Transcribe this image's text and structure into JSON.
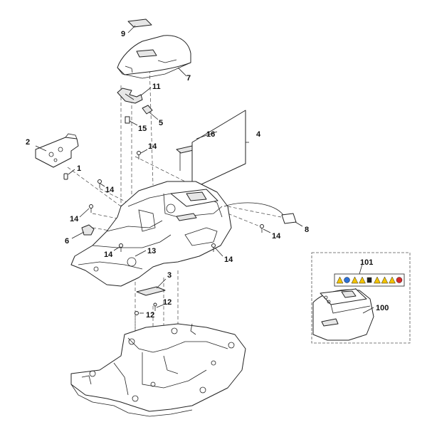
{
  "diagram": {
    "labels": {
      "p1": "1",
      "p2": "2",
      "p3": "3",
      "p4": "4",
      "p5": "5",
      "p6": "6",
      "p7": "7",
      "p8": "8",
      "p9": "9",
      "p11": "11",
      "p12a": "12",
      "p12b": "12",
      "p13": "13",
      "p14a": "14",
      "p14b": "14",
      "p14c": "14",
      "p14d": "14",
      "p14e": "14",
      "p14f": "14",
      "p15": "15",
      "p16": "16",
      "p100": "100",
      "p101": "101"
    },
    "warning_label_colors": [
      "#f2c200",
      "#2a6fd6",
      "#f2c200",
      "#f2c200",
      "#222222",
      "#f2c200",
      "#f2c200",
      "#f2c200",
      "#d62a2a"
    ]
  }
}
